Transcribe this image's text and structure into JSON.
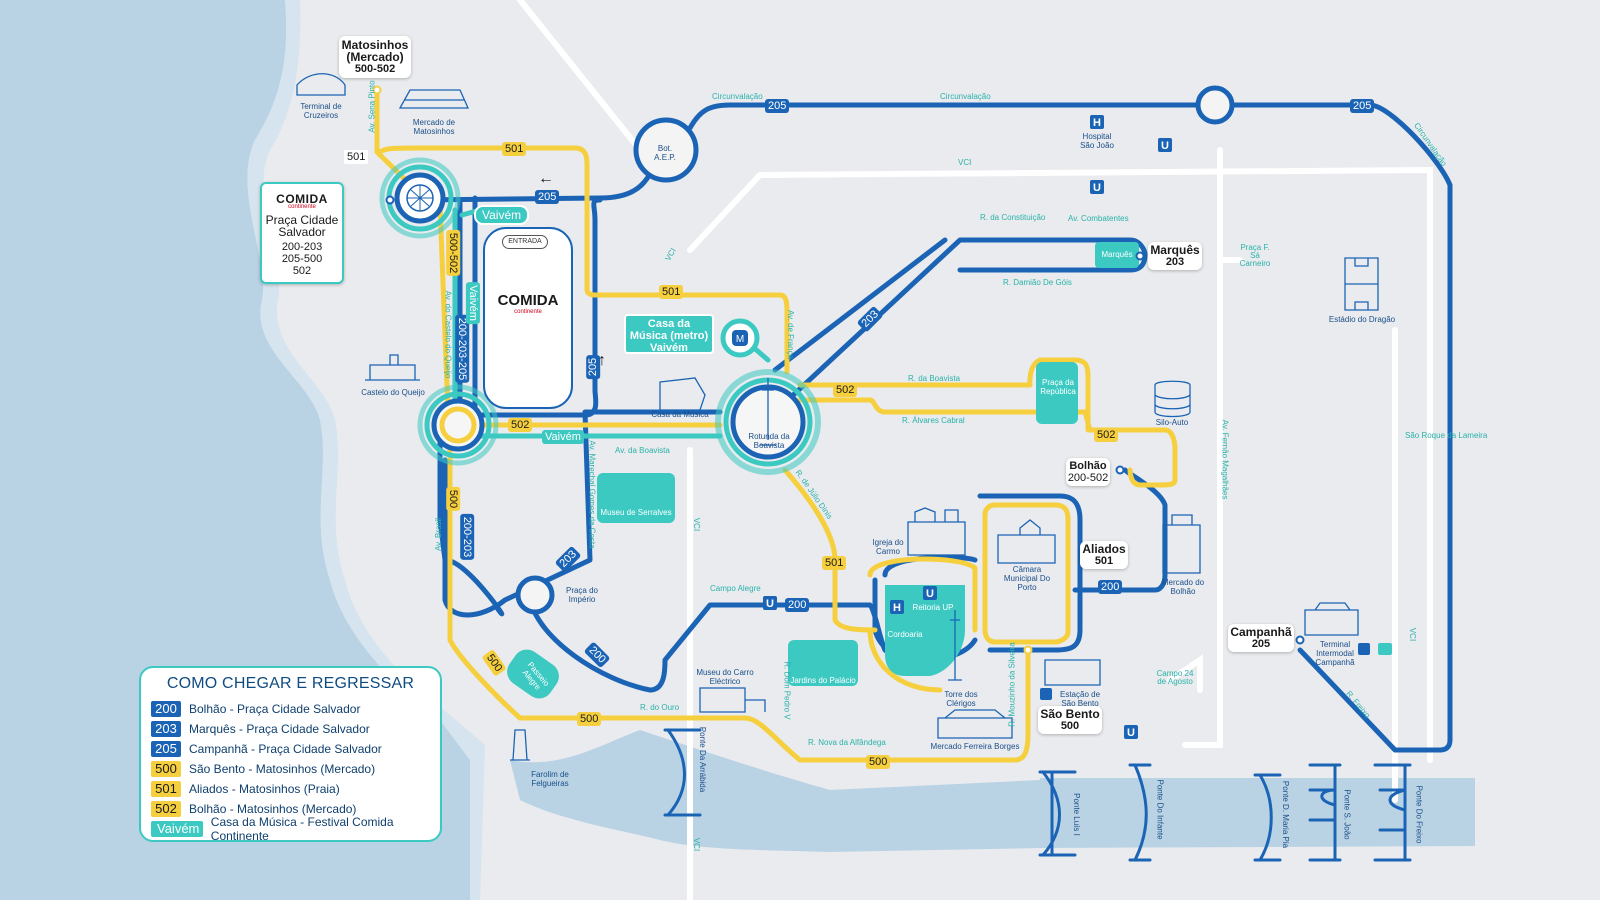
{
  "colors": {
    "blue": "#1b64b5",
    "yellow": "#f6cf3e",
    "teal": "#3cc9c2",
    "water": "#b9d3e4",
    "land": "#e9ebee",
    "road": "#ffffff"
  },
  "stops": {
    "matosinhos": {
      "title": "Matosinhos",
      "title2": "(Mercado)",
      "lines": "500-502"
    },
    "praca": {
      "brand": "COMIDA",
      "sub": "continente",
      "title": "Praça Cidade",
      "title2": "Salvador",
      "lines1": "200-203",
      "lines2": "205-500",
      "lines3": "502"
    },
    "entrada": "ENTRADA",
    "casa_musica_metro": {
      "l1": "Casa da",
      "l2": "Música (metro)",
      "l3": "Vaivém"
    },
    "marques": {
      "title": "Marquês",
      "lines": "203"
    },
    "bolhao": {
      "title": "Bolhão",
      "lines": "200-502"
    },
    "aliados": {
      "title": "Aliados",
      "lines": "501"
    },
    "sao_bento": {
      "title": "São Bento",
      "lines": "500"
    },
    "campanha": {
      "title": "Campanhã",
      "lines": "205"
    }
  },
  "tags": {
    "t205a": "205",
    "t205b": "205",
    "t205c": "205",
    "t205d": "205",
    "t203a": "203",
    "t203b": "203",
    "t200a": "200",
    "t200b": "200",
    "t200c": "200",
    "t200_203_205": "200-203-205",
    "t200_203": "200-203",
    "t500a": "500",
    "t500b": "500",
    "t500c": "500",
    "t500d": "500",
    "t500_502": "500-502",
    "t501a": "501",
    "t501b": "501",
    "t501c": "501",
    "t502a": "502",
    "t502b": "502",
    "t502c": "502",
    "vaivem1": "Vaivém",
    "vaivem2": "Vaivém",
    "vaivem3": "Vaivém"
  },
  "streets": {
    "circ1": "Circunvalação",
    "circ2": "Circunvalação",
    "circ3": "Circunvalação",
    "vci1": "VCI",
    "vci2": "VCI",
    "vci3": "VCI",
    "vci4": "VCI",
    "vci5": "VCI",
    "seara": "Av. Sena Pinto",
    "constituicao": "R. da Constituição",
    "combatentes": "Av. Combatentes",
    "damiao": "R. Damião De Góis",
    "franca": "Av. de França",
    "boavista": "R. da Boavista",
    "alvares": "R. Álvares Cabral",
    "avboavista": "Av. da Boavista",
    "joaodeus": "R. de Júlio Dinis",
    "gomes": "Av. Marechal Gomes da Costa",
    "brasil": "Av. Brasil",
    "campoalegre": "Campo Alegre",
    "douro": "R. do Ouro",
    "pedrov": "R. Dom Pedro V",
    "alfandega": "R. Nova da Alfândega",
    "mouzinho": "R. Mouzinho da Silveira",
    "fernao": "Av. Fernão Magalhães",
    "saoroque": "São Roque da Lameira",
    "freixo": "R. Freixo",
    "campo24": "Campo 24 de Agosto",
    "pracafsa": "Praça F. Sá Carneiro",
    "castelo": "Av. do Castelo do Queijo"
  },
  "pois": {
    "terminal": "Terminal de Cruzeiros",
    "mercado_mat": "Mercado de Matosinhos",
    "castelo": "Castelo do Queijo",
    "casamusica": "Casa da Música",
    "rotunda": "Rotunda da Boavista",
    "bot": "Bot. A.E.P.",
    "hospital": "Hospital São João",
    "marques_sq": "Marquês",
    "praca_rep": "Praça da República",
    "siloauto": "Silo-Auto",
    "estadio": "Estádio do Dragão",
    "serralves": "Museu de Serralves",
    "imperio": "Praça do Império",
    "carmo": "Igreja do Carmo",
    "camara": "Câmara Municipal Do Porto",
    "reitoria": "Reitoria UP",
    "cordoaria": "Cordoaria",
    "clerigos": "Torre dos Clérigos",
    "mercado_bolhao": "Mercado do Bolhão",
    "palacio": "Jardins do Palácio",
    "museu_carro": "Museu do Carro Eléctrico",
    "estacao": "Estação de São Bento",
    "ferreira": "Mercado Ferreira Borges",
    "farolim": "Farolim de Felgueiras",
    "terminal_camp": "Terminal Intermodal Campanhã",
    "arrabida": "Ponte Da Arrábida",
    "luis": "Ponte Luís I",
    "infante": "Ponte Do Infante",
    "maria": "Ponte D. Maria Pia",
    "saojoao": "Ponte S. João",
    "freixo": "Ponte Do Freixo",
    "passeio": "Passeio Alegre"
  },
  "legend": {
    "title": "COMO CHEGAR E REGRESSAR",
    "rows": [
      {
        "code": "200",
        "text": "Bolhão - Praça Cidade Salvador",
        "kind": "blue"
      },
      {
        "code": "203",
        "text": "Marquês - Praça Cidade Salvador",
        "kind": "blue"
      },
      {
        "code": "205",
        "text": "Campanhã - Praça Cidade Salvador",
        "kind": "blue"
      },
      {
        "code": "500",
        "text": "São Bento - Matosinhos (Mercado)",
        "kind": "yellow"
      },
      {
        "code": "501",
        "text": "Aliados - Matosinhos (Praia)",
        "kind": "yellow"
      },
      {
        "code": "502",
        "text": "Bolhão - Matosinhos (Mercado)",
        "kind": "yellow"
      },
      {
        "code": "Vaivém",
        "text": "Casa da Música - Festival Comida Continente",
        "kind": "teal"
      }
    ]
  }
}
